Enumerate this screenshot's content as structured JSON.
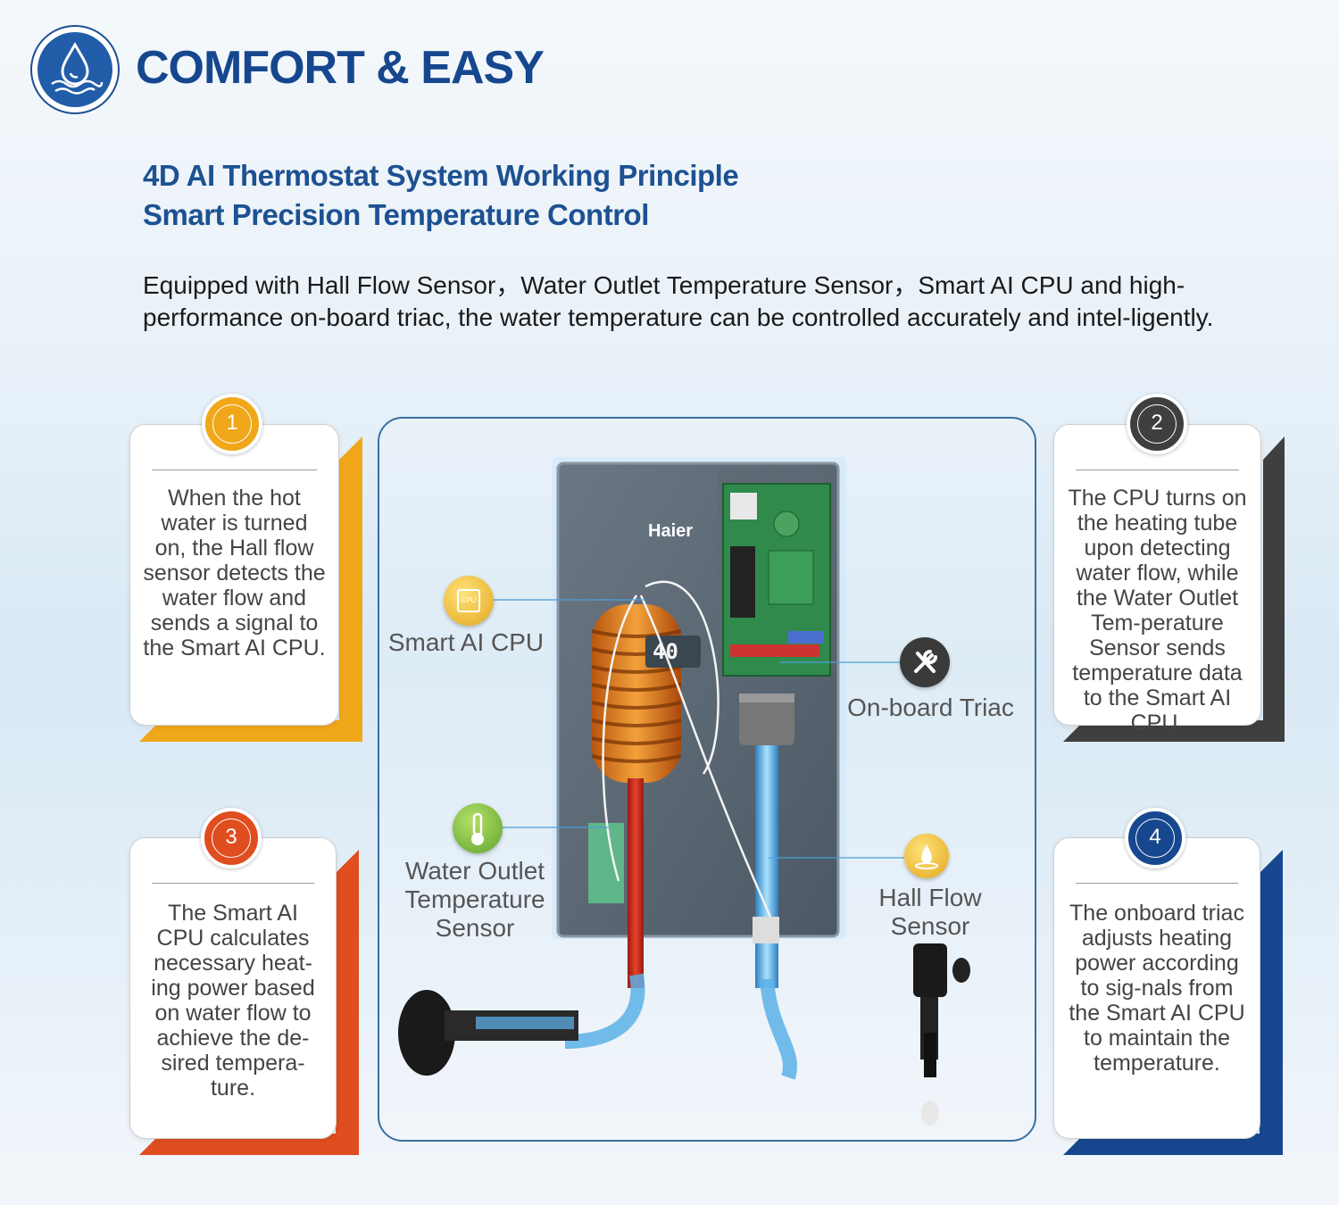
{
  "header": {
    "title": "COMFORT & EASY",
    "subtitle_line1": "4D AI Thermostat System Working Principle",
    "subtitle_line2": "Smart Precision Temperature Control",
    "intro": "Equipped with Hall Flow Sensor，Water Outlet Temperature Sensor，Smart AI CPU and high-performance on-board triac, the water temperature can be controlled accurately and  intel-ligently."
  },
  "steps": [
    {
      "number": "1",
      "text": "When the hot water is turned on, the Hall flow sensor detects the water flow and sends a signal to the Smart AI CPU.",
      "color": "#f0a71a"
    },
    {
      "number": "2",
      "text": "The CPU turns on the heating tube upon detecting water flow, while the Water Outlet Tem-perature Sensor sends temperature data to the Smart AI CPU.",
      "color": "#3f3f3f"
    },
    {
      "number": "3",
      "text": "The Smart AI CPU calculates necessary heat-ing power based on water flow to achieve the de-sired tempera-ture.",
      "color": "#e04d1e"
    },
    {
      "number": "4",
      "text": "The onboard triac adjusts heating power according to sig-nals from the Smart AI CPU to maintain the temperature.",
      "color": "#17488f"
    }
  ],
  "product": {
    "brand": "Haier",
    "display": "40",
    "cpu_chip_label": "CPU"
  },
  "callouts": {
    "cpu": "Smart AI CPU",
    "triac": "On-board Triac",
    "temp_sensor": "Water Outlet Temperature Sensor",
    "flow_sensor": "Hall Flow Sensor"
  },
  "colors": {
    "brand_blue": "#1d5192",
    "accent_yellow": "#f0a71a",
    "accent_dark": "#3f3f3f",
    "accent_orange": "#e04d1e",
    "accent_navy": "#17488f"
  }
}
